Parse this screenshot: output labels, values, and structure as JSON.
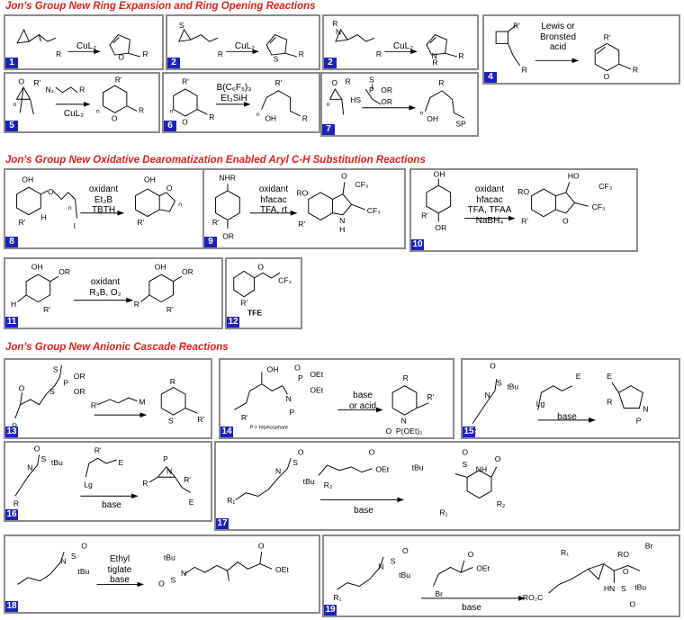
{
  "sections": [
    {
      "title": "Jon's Group New Ring Expansion and Ring Opening Reactions"
    },
    {
      "title": "Jon's Group New Oxidative Dearomatization Enabled Aryl C-H Substitution Reactions"
    },
    {
      "title": "Jon's Group New Anionic Cascade Reactions"
    }
  ],
  "panels": [
    {
      "num": "1",
      "cond": "CuL₂",
      "labels": [
        "R",
        "O",
        "R"
      ]
    },
    {
      "num": "2",
      "cond": "CuL₂",
      "labels": [
        "S",
        "R",
        "S",
        "R"
      ]
    },
    {
      "num": "2",
      "cond": "CuL₂",
      "labels": [
        "R",
        "N",
        "R",
        "N",
        "R",
        "R"
      ]
    },
    {
      "num": "4",
      "cond": "Lewis or\nBronsted\nacid",
      "labels": [
        "R'",
        "R",
        "R'",
        "O",
        "R"
      ]
    },
    {
      "num": "5",
      "cond": "CuL₂",
      "labels": [
        "O",
        "R'",
        "n",
        "N₂",
        "R",
        "R'",
        "n",
        "O",
        "R"
      ]
    },
    {
      "num": "6",
      "cond": "B(C₆F₅)₃\nEt₃SiH",
      "labels": [
        "R'",
        "n",
        "O",
        "R",
        "R'",
        "n",
        "OH",
        "R"
      ]
    },
    {
      "num": "7",
      "cond": "",
      "labels": [
        "O",
        "R",
        "n",
        "S",
        "P",
        "OR",
        "HS",
        "OR",
        "R",
        "n",
        "OH",
        "SP"
      ]
    },
    {
      "num": "8",
      "cond": "oxidant\nEt₃B\nTBTH",
      "labels": [
        "OH",
        "O",
        "n",
        "R'",
        "H",
        "I",
        "OH",
        "O",
        "n",
        "R'"
      ]
    },
    {
      "num": "9",
      "cond": "oxidant\nhfacac\nTFA, rt",
      "labels": [
        "NHR",
        "R'",
        "OR",
        "RO",
        "O",
        "CF₃",
        "R'",
        "N",
        "H",
        "CF₃"
      ]
    },
    {
      "num": "10",
      "cond": "oxidant\nhfacac\nTFA, TFAA\nNaBH₄",
      "labels": [
        "OH",
        "R'",
        "OR",
        "RO",
        "HO",
        "CF₃",
        "R'",
        "O",
        "CF₃"
      ]
    },
    {
      "num": "11",
      "cond": "oxidant\nR₃B, O₂",
      "labels": [
        "OH",
        "OR",
        "H",
        "R'",
        "OH",
        "OR",
        "R",
        "R'"
      ]
    },
    {
      "num": "12",
      "cond": "",
      "labels": [
        "O",
        "CF₃",
        "R'",
        "TFE"
      ]
    },
    {
      "num": "13",
      "cond": "",
      "labels": [
        "O",
        "S",
        "S",
        "P",
        "OR",
        "OR",
        "R",
        "R'",
        "M",
        "R",
        "S",
        "R'"
      ]
    },
    {
      "num": "14",
      "cond": "base\nor acid",
      "labels": [
        "OH",
        "O",
        "P",
        "OEt",
        "OEt",
        "N",
        "P",
        "R'",
        "P = H/phosphate",
        "R",
        "N",
        "R'",
        "O",
        "P(OEt)₂"
      ]
    },
    {
      "num": "15",
      "cond": "base",
      "labels": [
        "O",
        "S",
        "N",
        "tBu",
        "E",
        "Lg",
        "R",
        "E",
        "R",
        "N",
        "P"
      ]
    },
    {
      "num": "16",
      "cond": "base",
      "labels": [
        "O",
        "S",
        "N",
        "tBu",
        "R'",
        "E",
        "Lg",
        "R",
        "P",
        "N",
        "R",
        "R'",
        "E"
      ]
    },
    {
      "num": "17",
      "cond": "base",
      "labels": [
        "O",
        "N",
        "S",
        "tBu",
        "R₁",
        "O",
        "R₂",
        "OEt",
        "O",
        "tBu",
        "S",
        "NH",
        "O",
        "R₁",
        "R₂"
      ]
    },
    {
      "num": "18",
      "cond": "Ethyl\ntiglate\nbase",
      "labels": [
        "N",
        "S",
        "O",
        "tBu",
        "tBu",
        "O",
        "S",
        "N",
        "O",
        "OEt"
      ]
    },
    {
      "num": "19",
      "cond": "base",
      "labels": [
        "N",
        "S",
        "O",
        "tBu",
        "R₁",
        "O",
        "OEt",
        "Br",
        "R₁",
        "RO",
        "Br",
        "O",
        "RO₂C",
        "HN",
        "S",
        "tBu",
        "O"
      ]
    }
  ]
}
